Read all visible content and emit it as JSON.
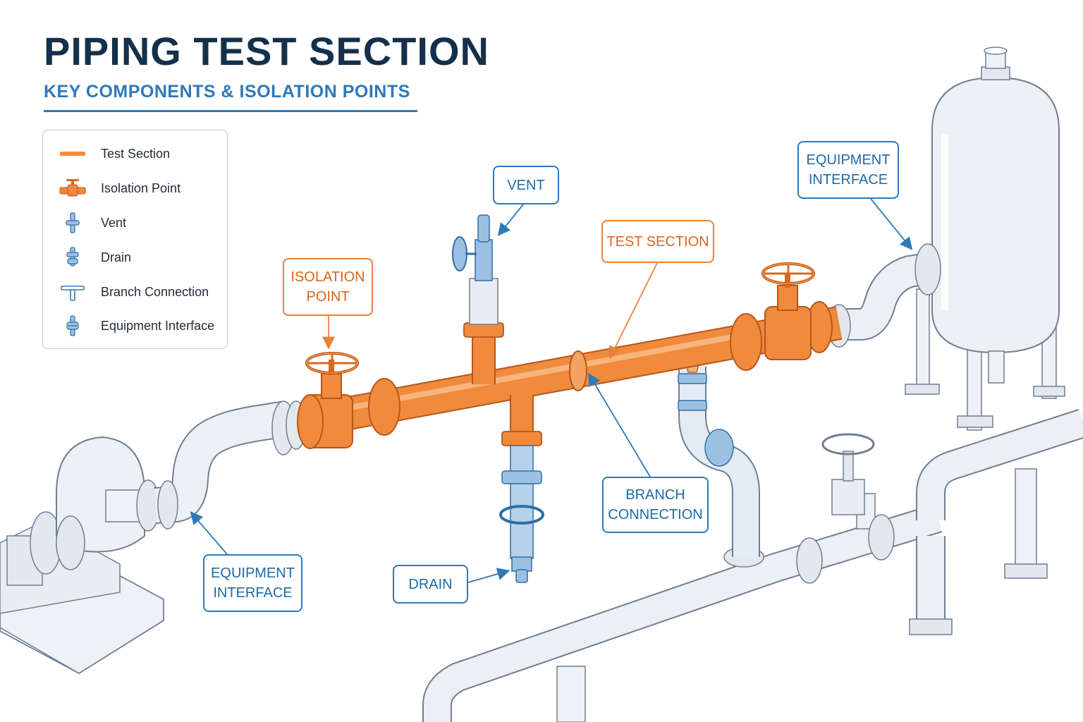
{
  "header": {
    "title": "PIPING TEST SECTION",
    "subtitle": "KEY COMPONENTS & ISOLATION POINTS"
  },
  "legend": {
    "items": [
      {
        "icon": "test-section-line-icon",
        "label": "Test Section"
      },
      {
        "icon": "isolation-valve-icon",
        "label": "Isolation Point"
      },
      {
        "icon": "vent-icon",
        "label": "Vent"
      },
      {
        "icon": "drain-icon",
        "label": "Drain"
      },
      {
        "icon": "tee-icon",
        "label": "Branch Connection"
      },
      {
        "icon": "equipment-interface-icon",
        "label": "Equipment Interface"
      }
    ]
  },
  "callouts": {
    "vent": "VENT",
    "test_section": "TEST SECTION",
    "isolation_point": "ISOLATION\nPOINT",
    "equipment_interface_right": "EQUIPMENT\nINTERFACE",
    "equipment_interface_left": "EQUIPMENT\nINTERFACE",
    "branch_connection": "BRANCH\nCONNECTION",
    "drain": "DRAIN"
  },
  "colors": {
    "test_section": "#f08a3c",
    "callout_blue": "#2f79b7",
    "callout_orange": "#e8823a",
    "title": "#14304a",
    "pipe_grey": "#e9edf2"
  }
}
